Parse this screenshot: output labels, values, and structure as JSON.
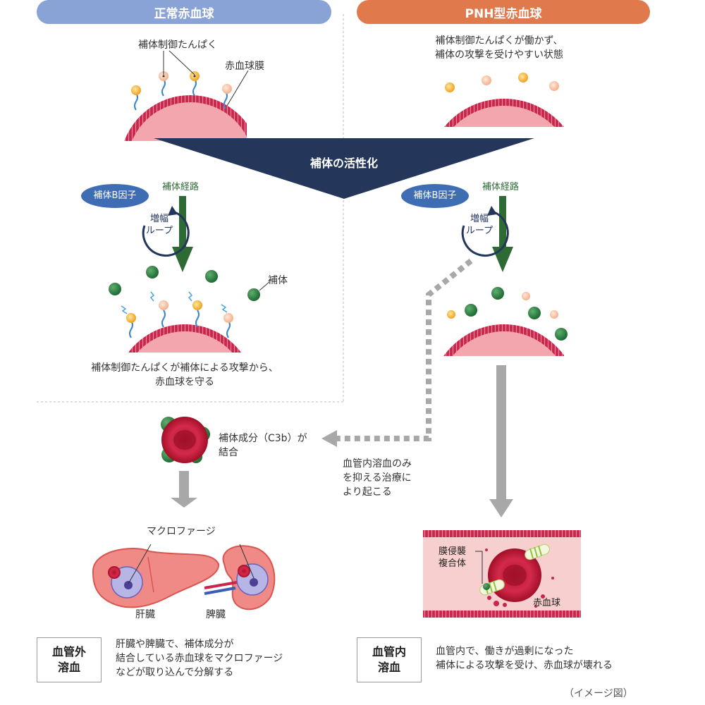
{
  "left_header": "正常赤血球",
  "right_header": "PNH型赤血球",
  "label_regulator": "補体制御たんぱく",
  "label_membrane": "赤血球膜",
  "right_desc": [
    "補体制御たんぱくが働かず、",
    "補体の攻撃を受けやすい状態"
  ],
  "activation_label": "補体の活性化",
  "pathway_label": "補体経路",
  "factor_b_label": "補体B因子",
  "loop_label": [
    "増幅",
    "ループ"
  ],
  "complement_label": "補体",
  "left_protect_text": [
    "補体制御たんぱくが補体による攻撃から、",
    "赤血球を守る"
  ],
  "c3b_label": [
    "補体成分（C3b）が",
    "結合"
  ],
  "treatment_text": [
    "血管内溶血のみ",
    "を抑える治療に",
    "より起こる"
  ],
  "macrophage_label": "マクロファージ",
  "liver_label": "肝臓",
  "spleen_label": "脾臓",
  "extravascular_tag": [
    "血管外",
    "溶血"
  ],
  "extravascular_text": [
    "肝臓や脾臓で、補体成分が",
    "結合している赤血球をマクロファージ",
    "などが取り込んで分解する"
  ],
  "mac_label": [
    "膜侵襲",
    "複合体"
  ],
  "rbc_label": "赤血球",
  "intravascular_tag": [
    "血管内",
    "溶血"
  ],
  "intravascular_text": [
    "血管内で、働きが過剰になった",
    "補体による攻撃を受け、赤血球が壊れる"
  ],
  "image_note": "（イメージ図）",
  "colors": {
    "left_pill": "#8aa3d6",
    "right_pill": "#e07a4c",
    "navy": "#24365a",
    "green_arrow": "#2e6b34",
    "membrane": "#c8264a",
    "gray_arrow": "#a8a8a8"
  }
}
